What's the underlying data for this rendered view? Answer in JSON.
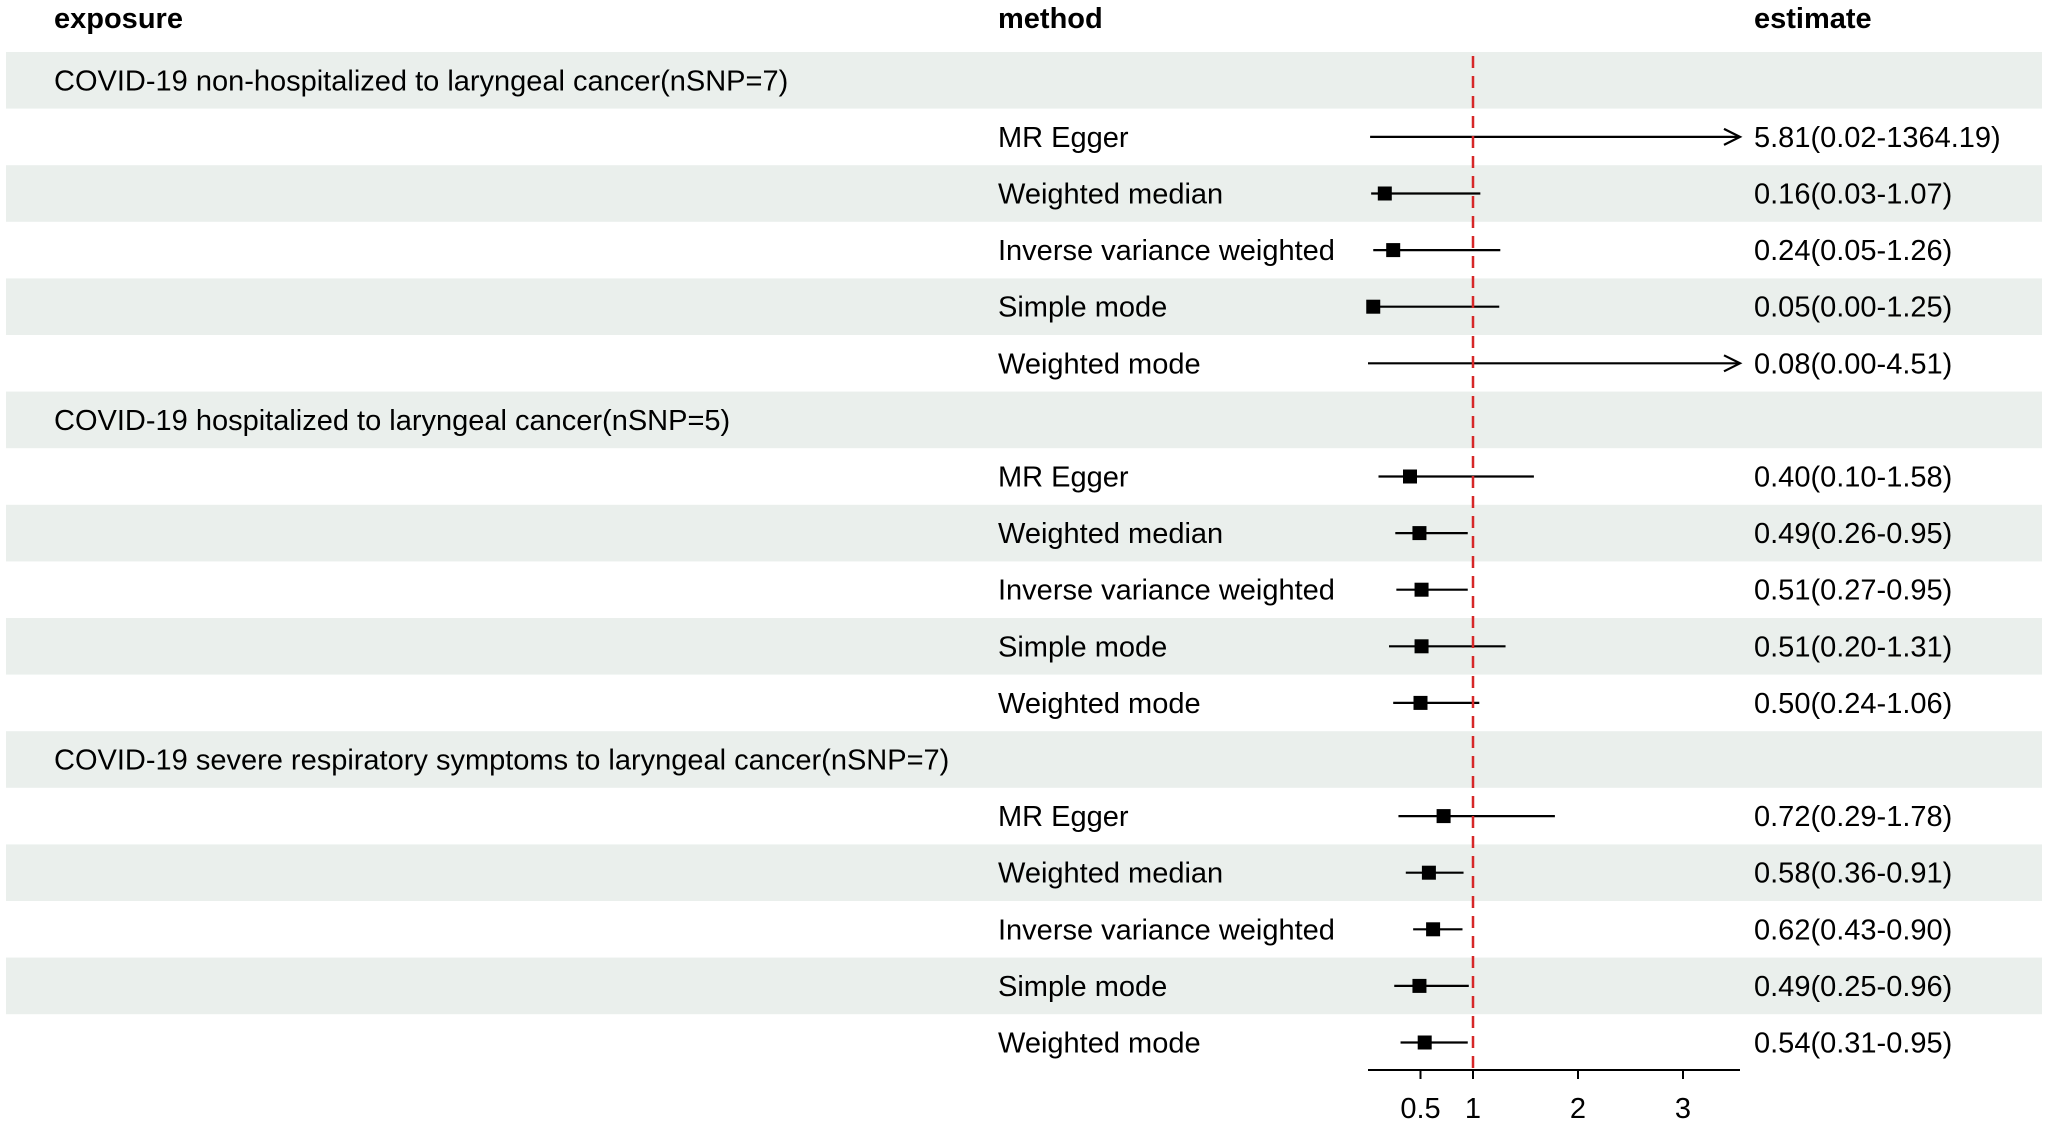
{
  "chart_data": {
    "type": "forest",
    "headers": {
      "exposure": "exposure",
      "method": "method",
      "estimate": "estimate"
    },
    "x_axis": {
      "ticks": [
        0.5,
        1,
        2,
        3
      ],
      "tick_labels": [
        "0.5",
        "1",
        "2",
        "3"
      ],
      "reference_line": 1,
      "reference_color": "#d62728"
    },
    "groups": [
      {
        "exposure": "COVID-19 non-hospitalized to laryngeal cancer(nSNP=7)",
        "rows": [
          {
            "method": "MR Egger",
            "or": 5.81,
            "lower": 0.02,
            "upper": 1364.19,
            "estimate": "5.81(0.02-1364.19)"
          },
          {
            "method": "Weighted median",
            "or": 0.16,
            "lower": 0.03,
            "upper": 1.07,
            "estimate": "0.16(0.03-1.07)"
          },
          {
            "method": "Inverse variance weighted",
            "or": 0.24,
            "lower": 0.05,
            "upper": 1.26,
            "estimate": "0.24(0.05-1.26)"
          },
          {
            "method": "Simple mode",
            "or": 0.05,
            "lower": 0.0,
            "upper": 1.25,
            "estimate": "0.05(0.00-1.25)"
          },
          {
            "method": "Weighted mode",
            "or": 0.08,
            "lower": 0.0,
            "upper": 4.51,
            "estimate": "0.08(0.00-4.51)"
          }
        ]
      },
      {
        "exposure": "COVID-19 hospitalized to laryngeal cancer(nSNP=5)",
        "rows": [
          {
            "method": "MR Egger",
            "or": 0.4,
            "lower": 0.1,
            "upper": 1.58,
            "estimate": "0.40(0.10-1.58)"
          },
          {
            "method": "Weighted median",
            "or": 0.49,
            "lower": 0.26,
            "upper": 0.95,
            "estimate": "0.49(0.26-0.95)"
          },
          {
            "method": "Inverse variance weighted",
            "or": 0.51,
            "lower": 0.27,
            "upper": 0.95,
            "estimate": "0.51(0.27-0.95)"
          },
          {
            "method": "Simple mode",
            "or": 0.51,
            "lower": 0.2,
            "upper": 1.31,
            "estimate": "0.51(0.20-1.31)"
          },
          {
            "method": "Weighted mode",
            "or": 0.5,
            "lower": 0.24,
            "upper": 1.06,
            "estimate": "0.50(0.24-1.06)"
          }
        ]
      },
      {
        "exposure": "COVID-19 severe respiratory symptoms to laryngeal cancer(nSNP=7)",
        "rows": [
          {
            "method": "MR Egger",
            "or": 0.72,
            "lower": 0.29,
            "upper": 1.78,
            "estimate": "0.72(0.29-1.78)"
          },
          {
            "method": "Weighted median",
            "or": 0.58,
            "lower": 0.36,
            "upper": 0.91,
            "estimate": "0.58(0.36-0.91)"
          },
          {
            "method": "Inverse variance weighted",
            "or": 0.62,
            "lower": 0.43,
            "upper": 0.9,
            "estimate": "0.62(0.43-0.90)"
          },
          {
            "method": "Simple mode",
            "or": 0.49,
            "lower": 0.25,
            "upper": 0.96,
            "estimate": "0.49(0.25-0.96)"
          },
          {
            "method": "Weighted mode",
            "or": 0.54,
            "lower": 0.31,
            "upper": 0.95,
            "estimate": "0.54(0.31-0.95)"
          }
        ]
      }
    ]
  }
}
